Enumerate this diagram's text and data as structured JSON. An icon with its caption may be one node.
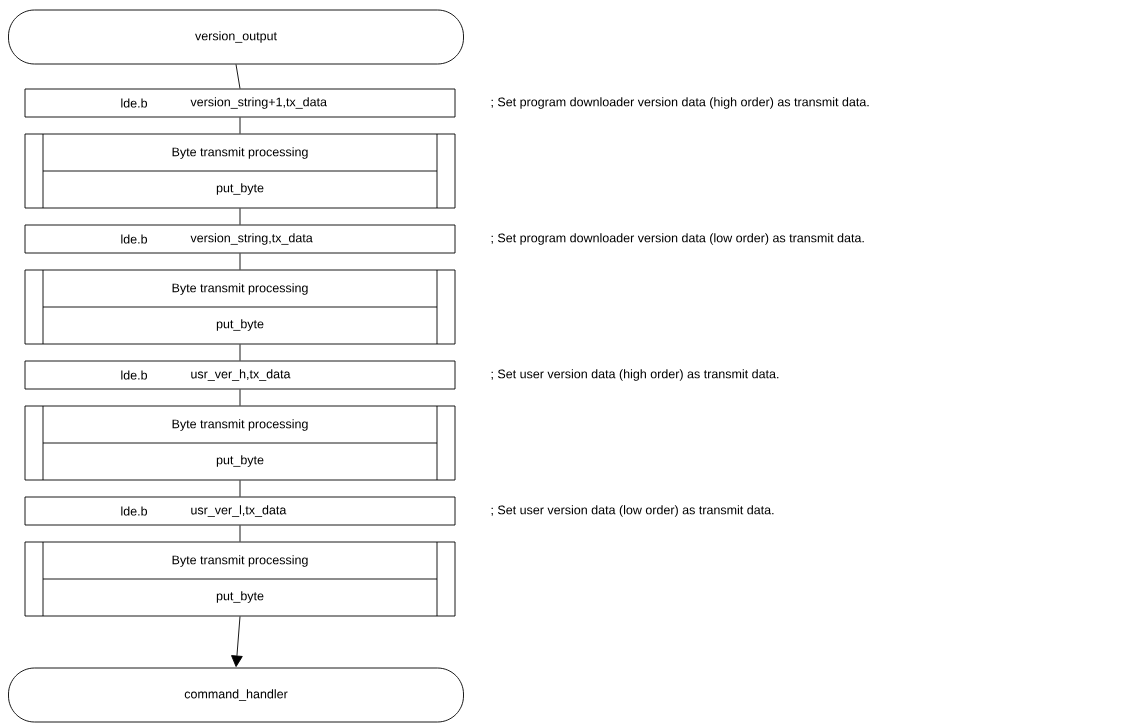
{
  "diagram": {
    "nodes": [
      {
        "text": [
          "version_output"
        ]
      },
      {
        "text": [
          "lde.b",
          "version_string+1,tx_data"
        ],
        "beside": [
          "; Set program downloader version data (high order) as transmit data."
        ]
      },
      {
        "text": [
          "Byte transmit processing",
          "put_byte"
        ]
      },
      {
        "text": [
          "lde.b",
          "version_string,tx_data"
        ],
        "beside": [
          "; Set program downloader version data (low order) as transmit data."
        ]
      },
      {
        "text": [
          "Byte transmit processing",
          "put_byte"
        ]
      },
      {
        "text": [
          "lde.b",
          "usr_ver_h,tx_data"
        ],
        "beside": [
          "; Set user version data (high order) as transmit data."
        ]
      },
      {
        "text": [
          "Byte transmit processing",
          "put_byte"
        ]
      },
      {
        "text": [
          "lde.b",
          "usr_ver_l,tx_data"
        ],
        "beside": [
          "; Set user version data (low order) as transmit data."
        ]
      },
      {
        "text": [
          "Byte transmit processing",
          "put_byte"
        ]
      },
      {
        "text": [
          "command_handler"
        ]
      }
    ],
    "edges": [
      {
        "from": 0,
        "to": 1,
        "arrow": "none"
      },
      {
        "from": 1,
        "to": 2,
        "arrow": "none"
      },
      {
        "from": 2,
        "to": 3,
        "arrow": "none"
      },
      {
        "from": 3,
        "to": 4,
        "arrow": "none"
      },
      {
        "from": 4,
        "to": 5,
        "arrow": "none"
      },
      {
        "from": 5,
        "to": 6,
        "arrow": "none"
      },
      {
        "from": 6,
        "to": 7,
        "arrow": "none"
      },
      {
        "from": 7,
        "to": 8,
        "arrow": "none"
      },
      {
        "from": 8,
        "to": 9,
        "arrow": "to"
      }
    ]
  }
}
